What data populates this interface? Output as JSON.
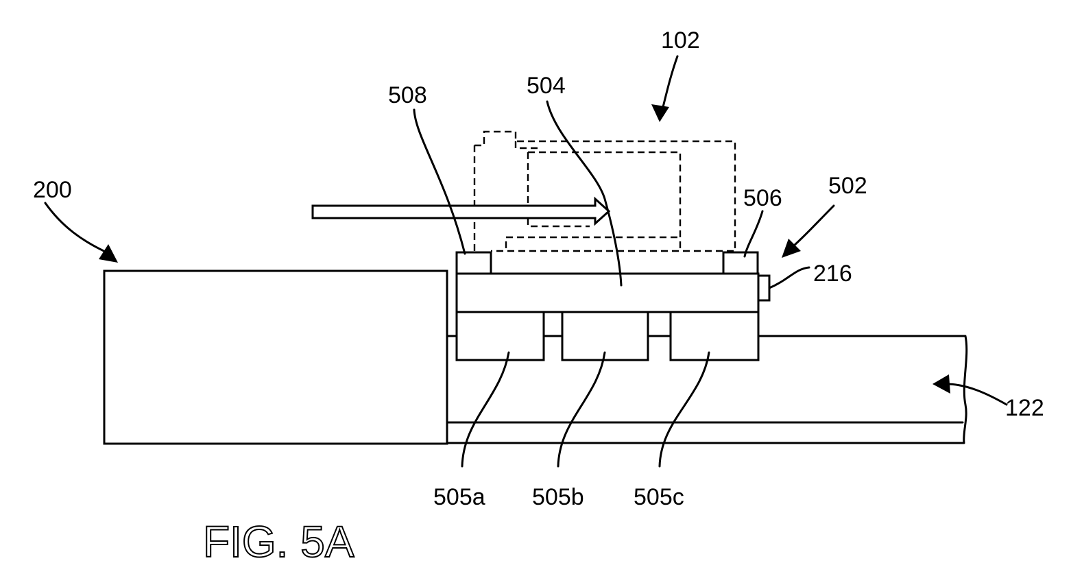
{
  "figure": {
    "caption": "FIG. 5A",
    "labels": {
      "l200": "200",
      "l102": "102",
      "l504": "504",
      "l508": "508",
      "l506": "506",
      "l502": "502",
      "l216": "216",
      "l122": "122",
      "l505a": "505a",
      "l505b": "505b",
      "l505c": "505c"
    }
  },
  "colors": {
    "stroke": "#000000",
    "background": "#ffffff"
  }
}
